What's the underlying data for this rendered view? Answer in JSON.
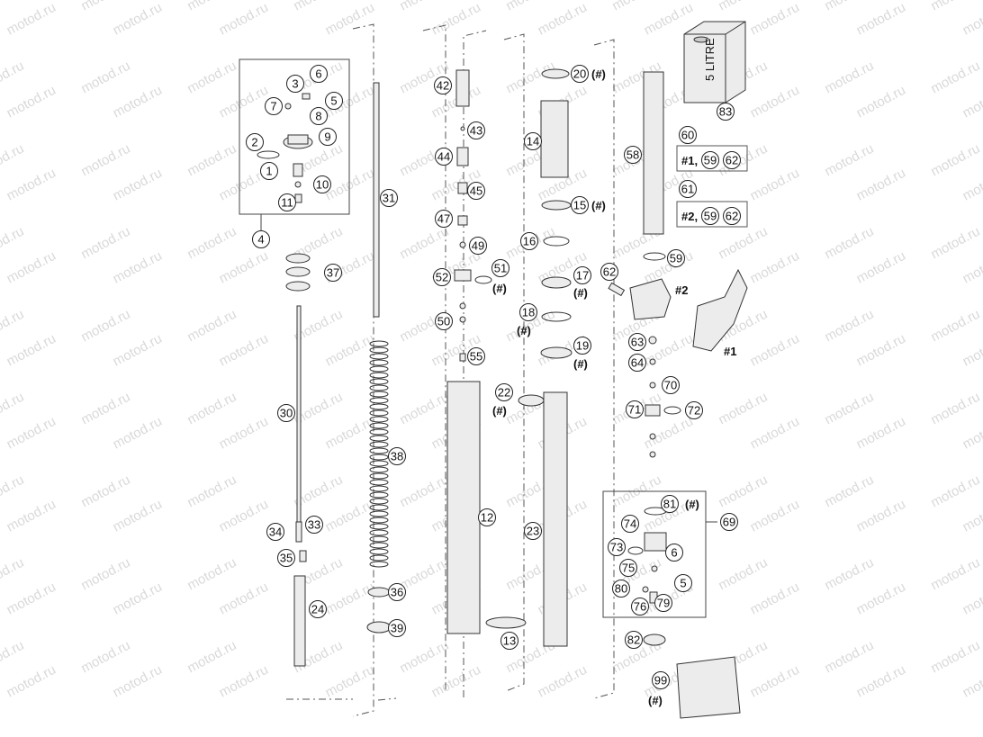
{
  "diagram": {
    "watermark": "motod.ru",
    "hash_marker": "(#)",
    "variant_1": "#1",
    "variant_2": "#2",
    "oil_can_text": "5 LITRE",
    "parts": {
      "p1": "1",
      "p2": "2",
      "p3": "3",
      "p4": "4",
      "p5": "5",
      "p6": "6",
      "p7": "7",
      "p8": "8",
      "p9": "9",
      "p10": "10",
      "p11": "11",
      "p12": "12",
      "p13": "13",
      "p14": "14",
      "p15": "15",
      "p16": "16",
      "p17": "17",
      "p18": "18",
      "p19": "19",
      "p20": "20",
      "p22": "22",
      "p23": "23",
      "p24": "24",
      "p30": "30",
      "p31": "31",
      "p33": "33",
      "p34": "34",
      "p35": "35",
      "p36": "36",
      "p37": "37",
      "p38": "38",
      "p39": "39",
      "p42": "42",
      "p43": "43",
      "p44": "44",
      "p45": "45",
      "p47": "47",
      "p49": "49",
      "p50": "50",
      "p51": "51",
      "p52": "52",
      "p55": "55",
      "p58": "58",
      "p59": "59",
      "p60": "60",
      "p61": "61",
      "p62": "62",
      "p63": "63",
      "p64": "64",
      "p69": "69",
      "p70": "70",
      "p71": "71",
      "p72": "72",
      "p73": "73",
      "p74": "74",
      "p75": "75",
      "p76": "76",
      "p79": "79",
      "p80": "80",
      "p81": "81",
      "p82": "82",
      "p83": "83",
      "p99": "99"
    },
    "kit_60": "#1,",
    "kit_61": "#2,"
  }
}
